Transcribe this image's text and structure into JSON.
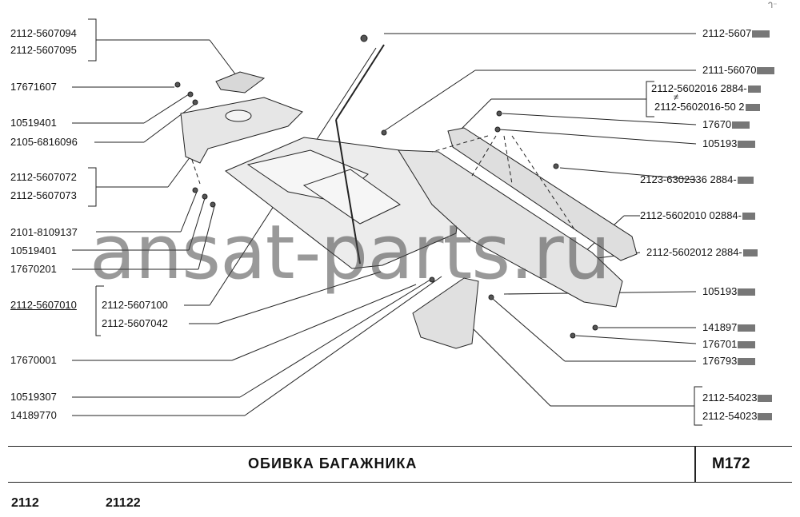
{
  "header": {
    "corner_mark": "ᒉ⁻"
  },
  "labels_left": [
    {
      "id": "l1",
      "text": "2112-5607094"
    },
    {
      "id": "l2",
      "text": "2112-5607095"
    },
    {
      "id": "l3",
      "text": "17671607"
    },
    {
      "id": "l4",
      "text": "10519401"
    },
    {
      "id": "l5",
      "text": "2105-6816096"
    },
    {
      "id": "l6",
      "text": "2112-5607072"
    },
    {
      "id": "l7",
      "text": "2112-5607073"
    },
    {
      "id": "l8",
      "text": "2101-8109137"
    },
    {
      "id": "l9",
      "text": "10519401"
    },
    {
      "id": "l10",
      "text": "17670201"
    },
    {
      "id": "l11",
      "text": "2112-5607010"
    },
    {
      "id": "l12",
      "text": "2112-5607100"
    },
    {
      "id": "l13",
      "text": "2112-5607042"
    },
    {
      "id": "l14",
      "text": "17670001"
    },
    {
      "id": "l15",
      "text": "10519307"
    },
    {
      "id": "l16",
      "text": "14189770"
    }
  ],
  "labels_right": [
    {
      "id": "r1",
      "text": "2112-5607"
    },
    {
      "id": "r2",
      "text": "2111-56070"
    },
    {
      "id": "r3",
      "text": "2112-5602016 2884-"
    },
    {
      "id": "r3b",
      "text": "≠"
    },
    {
      "id": "r4",
      "text": "2112-5602016-50 2"
    },
    {
      "id": "r5",
      "text": "17670"
    },
    {
      "id": "r6",
      "text": "105193"
    },
    {
      "id": "r7",
      "text": "2123-6302336  2884-"
    },
    {
      "id": "r8",
      "text": "2112-5602010  02884-"
    },
    {
      "id": "r9",
      "text": "2112-5602012  2884-"
    },
    {
      "id": "r10",
      "text": "105193"
    },
    {
      "id": "r11",
      "text": "141897"
    },
    {
      "id": "r12",
      "text": "176701"
    },
    {
      "id": "r13",
      "text": "176793"
    },
    {
      "id": "r14",
      "text": "2112-54023"
    },
    {
      "id": "r15",
      "text": "2112-54023"
    }
  ],
  "watermark": "ansat-parts.ru",
  "title": "ОБИВКА  БАГАЖНИКА",
  "code": "M172",
  "models": [
    "2112",
    "21122"
  ]
}
